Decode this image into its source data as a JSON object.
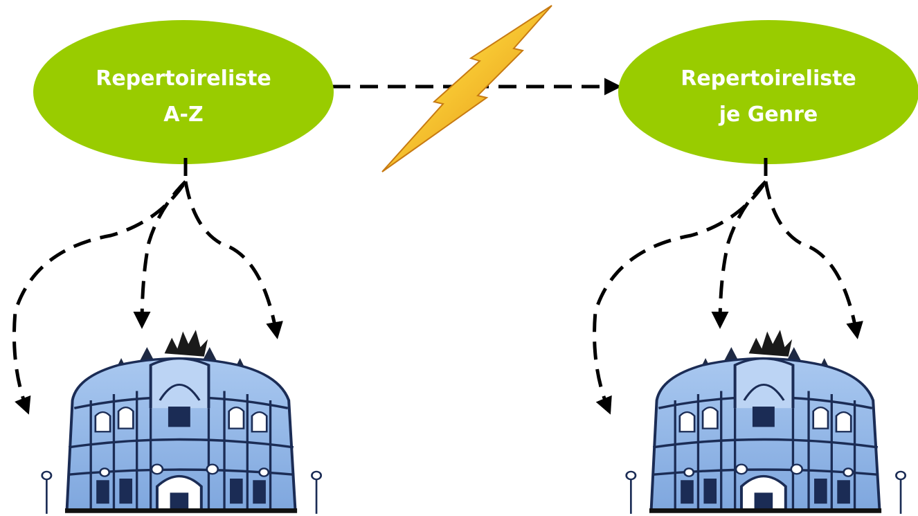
{
  "nodes": {
    "left": {
      "line1": "Repertoireliste",
      "line2": "A-Z",
      "color": "#99cc00"
    },
    "right": {
      "line1": "Repertoireliste",
      "line2": "je Genre",
      "color": "#99cc00"
    }
  },
  "icons": {
    "connector": "lightning-bolt-icon",
    "venue": "theater-building-icon"
  }
}
